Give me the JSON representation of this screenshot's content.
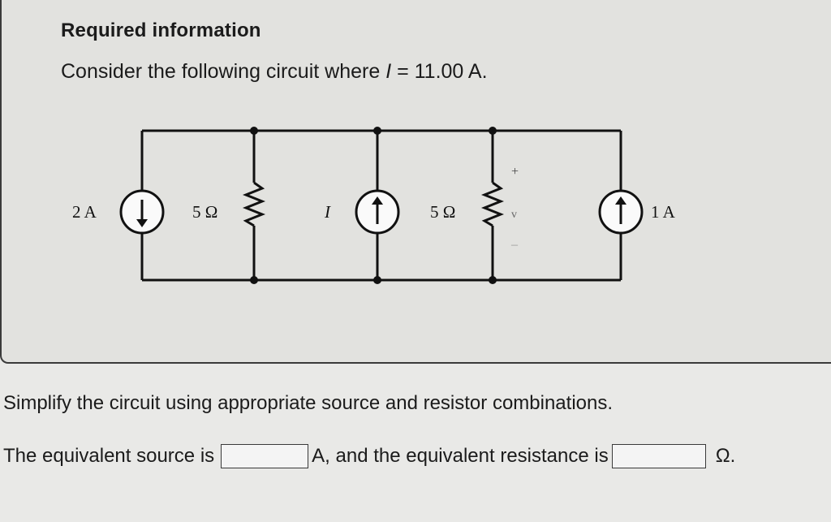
{
  "header": {
    "title": "Required information"
  },
  "intro": {
    "text_before": "Consider the following circuit where ",
    "var": "I",
    "text_after": " = 11.00 A."
  },
  "circuit": {
    "left_source_label": "2 A",
    "left_resistor_label": "5 Ω",
    "middle_source_label": "I",
    "right_resistor_label": "5 Ω",
    "right_source_label": "1 A",
    "plus_sign": "+",
    "minus_sign": "–",
    "v_label": "v"
  },
  "question": {
    "text": "Simplify the circuit using appropriate source and resistor combinations."
  },
  "answer": {
    "source_prefix": "The equivalent source is",
    "source_value": "",
    "middle_text": "A, and the equivalent resistance is",
    "resistance_value": "",
    "unit": "Ω."
  }
}
